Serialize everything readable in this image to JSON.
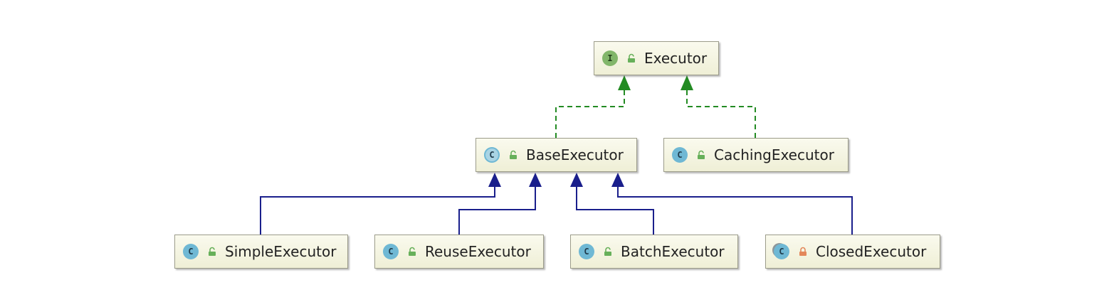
{
  "colors": {
    "implementation_edge": "#238b23",
    "inheritance_edge": "#1a1f8c",
    "public_access": "#67b05a",
    "private_access": "#e3875a"
  },
  "nodes": {
    "executor": {
      "label": "Executor",
      "kind_letter": "I",
      "kind_icon": "interface-icon",
      "access_icon": "public-lock-icon"
    },
    "base_executor": {
      "label": "BaseExecutor",
      "kind_letter": "C",
      "kind_icon": "abstract-class-icon",
      "access_icon": "public-lock-icon"
    },
    "caching_executor": {
      "label": "CachingExecutor",
      "kind_letter": "C",
      "kind_icon": "class-icon",
      "access_icon": "public-lock-icon"
    },
    "simple_executor": {
      "label": "SimpleExecutor",
      "kind_letter": "C",
      "kind_icon": "class-icon",
      "access_icon": "public-lock-icon"
    },
    "reuse_executor": {
      "label": "ReuseExecutor",
      "kind_letter": "C",
      "kind_icon": "class-icon",
      "access_icon": "public-lock-icon"
    },
    "batch_executor": {
      "label": "BatchExecutor",
      "kind_letter": "C",
      "kind_icon": "class-icon",
      "access_icon": "public-lock-icon"
    },
    "closed_executor": {
      "label": "ClosedExecutor",
      "kind_letter": "C",
      "kind_icon": "final-class-icon",
      "access_icon": "private-lock-icon"
    }
  },
  "edges": [
    {
      "from": "BaseExecutor",
      "to": "Executor",
      "relation": "implements"
    },
    {
      "from": "CachingExecutor",
      "to": "Executor",
      "relation": "implements"
    },
    {
      "from": "SimpleExecutor",
      "to": "BaseExecutor",
      "relation": "extends"
    },
    {
      "from": "ReuseExecutor",
      "to": "BaseExecutor",
      "relation": "extends"
    },
    {
      "from": "BatchExecutor",
      "to": "BaseExecutor",
      "relation": "extends"
    },
    {
      "from": "ClosedExecutor",
      "to": "BaseExecutor",
      "relation": "extends"
    }
  ]
}
